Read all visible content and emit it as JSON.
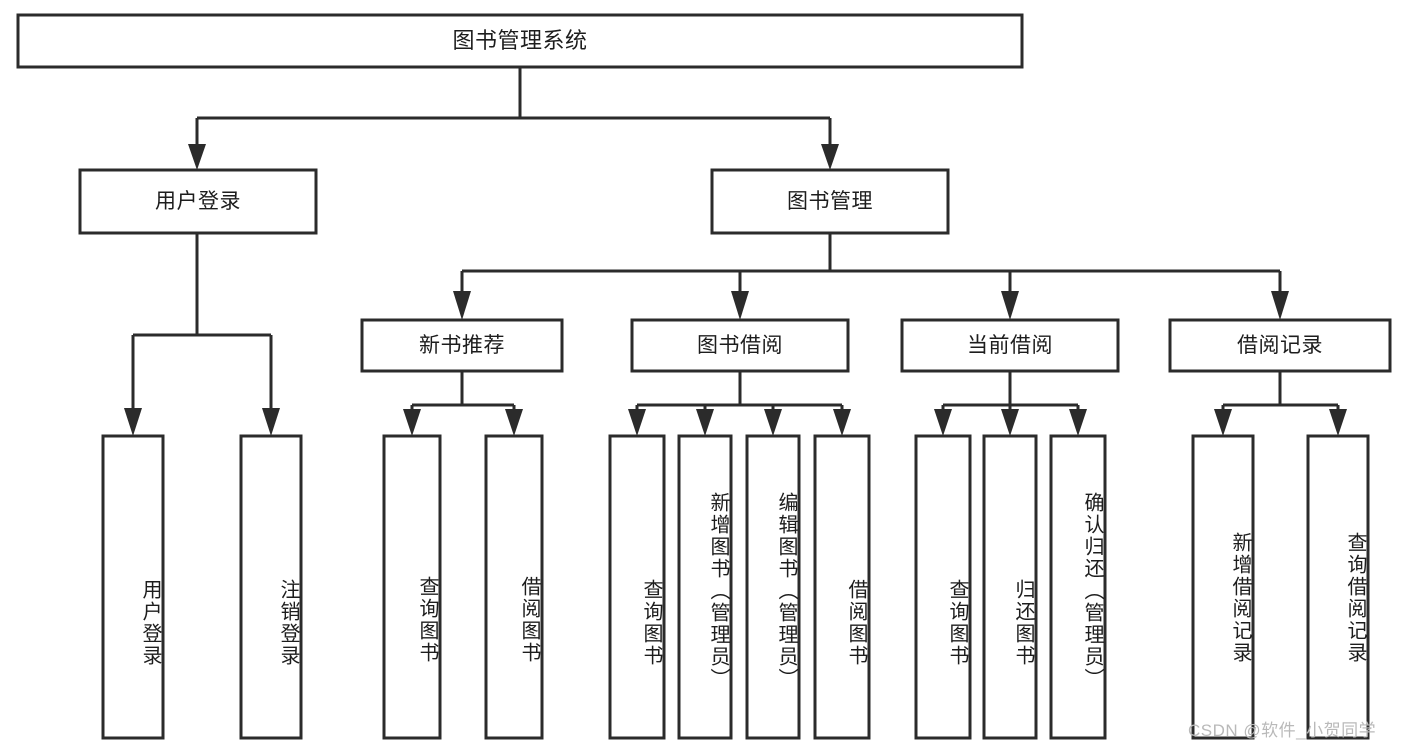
{
  "diagram": {
    "type": "tree",
    "title": "图书管理系统",
    "root": {
      "id": "root",
      "label": "图书管理系统",
      "orientation": "horizontal"
    },
    "level2": [
      {
        "id": "user-login",
        "label": "用户登录",
        "orientation": "horizontal"
      },
      {
        "id": "book-management",
        "label": "图书管理",
        "orientation": "horizontal"
      }
    ],
    "level3": [
      {
        "id": "new-book-recommend",
        "label": "新书推荐",
        "orientation": "horizontal",
        "parent": "book-management"
      },
      {
        "id": "book-borrow",
        "label": "图书借阅",
        "orientation": "horizontal",
        "parent": "book-management"
      },
      {
        "id": "current-borrow",
        "label": "当前借阅",
        "orientation": "horizontal",
        "parent": "book-management"
      },
      {
        "id": "borrow-record",
        "label": "借阅记录",
        "orientation": "horizontal",
        "parent": "book-management"
      }
    ],
    "leaves": [
      {
        "id": "leaf-user-login",
        "label": "用户登录",
        "orientation": "vertical",
        "parent": "user-login"
      },
      {
        "id": "leaf-user-logout",
        "label": "注销登录",
        "orientation": "vertical",
        "parent": "user-login"
      },
      {
        "id": "leaf-query-book-1",
        "label": "查询图书",
        "orientation": "vertical",
        "parent": "new-book-recommend"
      },
      {
        "id": "leaf-borrow-book-1",
        "label": "借阅图书",
        "orientation": "vertical",
        "parent": "new-book-recommend"
      },
      {
        "id": "leaf-query-book-2",
        "label": "查询图书",
        "orientation": "vertical",
        "parent": "book-borrow"
      },
      {
        "id": "leaf-add-book",
        "label": "新增图书（管理员）",
        "orientation": "vertical",
        "parent": "book-borrow"
      },
      {
        "id": "leaf-edit-book",
        "label": "编辑图书（管理员）",
        "orientation": "vertical",
        "parent": "book-borrow"
      },
      {
        "id": "leaf-borrow-book-2",
        "label": "借阅图书",
        "orientation": "vertical",
        "parent": "book-borrow"
      },
      {
        "id": "leaf-query-book-3",
        "label": "查询图书",
        "orientation": "vertical",
        "parent": "current-borrow"
      },
      {
        "id": "leaf-return-book",
        "label": "归还图书",
        "orientation": "vertical",
        "parent": "current-borrow"
      },
      {
        "id": "leaf-confirm-return",
        "label": "确认归还（管理员）",
        "orientation": "vertical",
        "parent": "current-borrow"
      },
      {
        "id": "leaf-add-record",
        "label": "新增借阅记录",
        "orientation": "vertical",
        "parent": "borrow-record"
      },
      {
        "id": "leaf-query-record",
        "label": "查询借阅记录",
        "orientation": "vertical",
        "parent": "borrow-record"
      }
    ]
  },
  "watermark": {
    "text": "CSDN @软件_小贺同学"
  },
  "colors": {
    "stroke": "#2b2b2b",
    "box_fill": "#ffffff",
    "text": "#1d1d1d",
    "watermark": "#b9b9b9",
    "background": "#ffffff"
  }
}
